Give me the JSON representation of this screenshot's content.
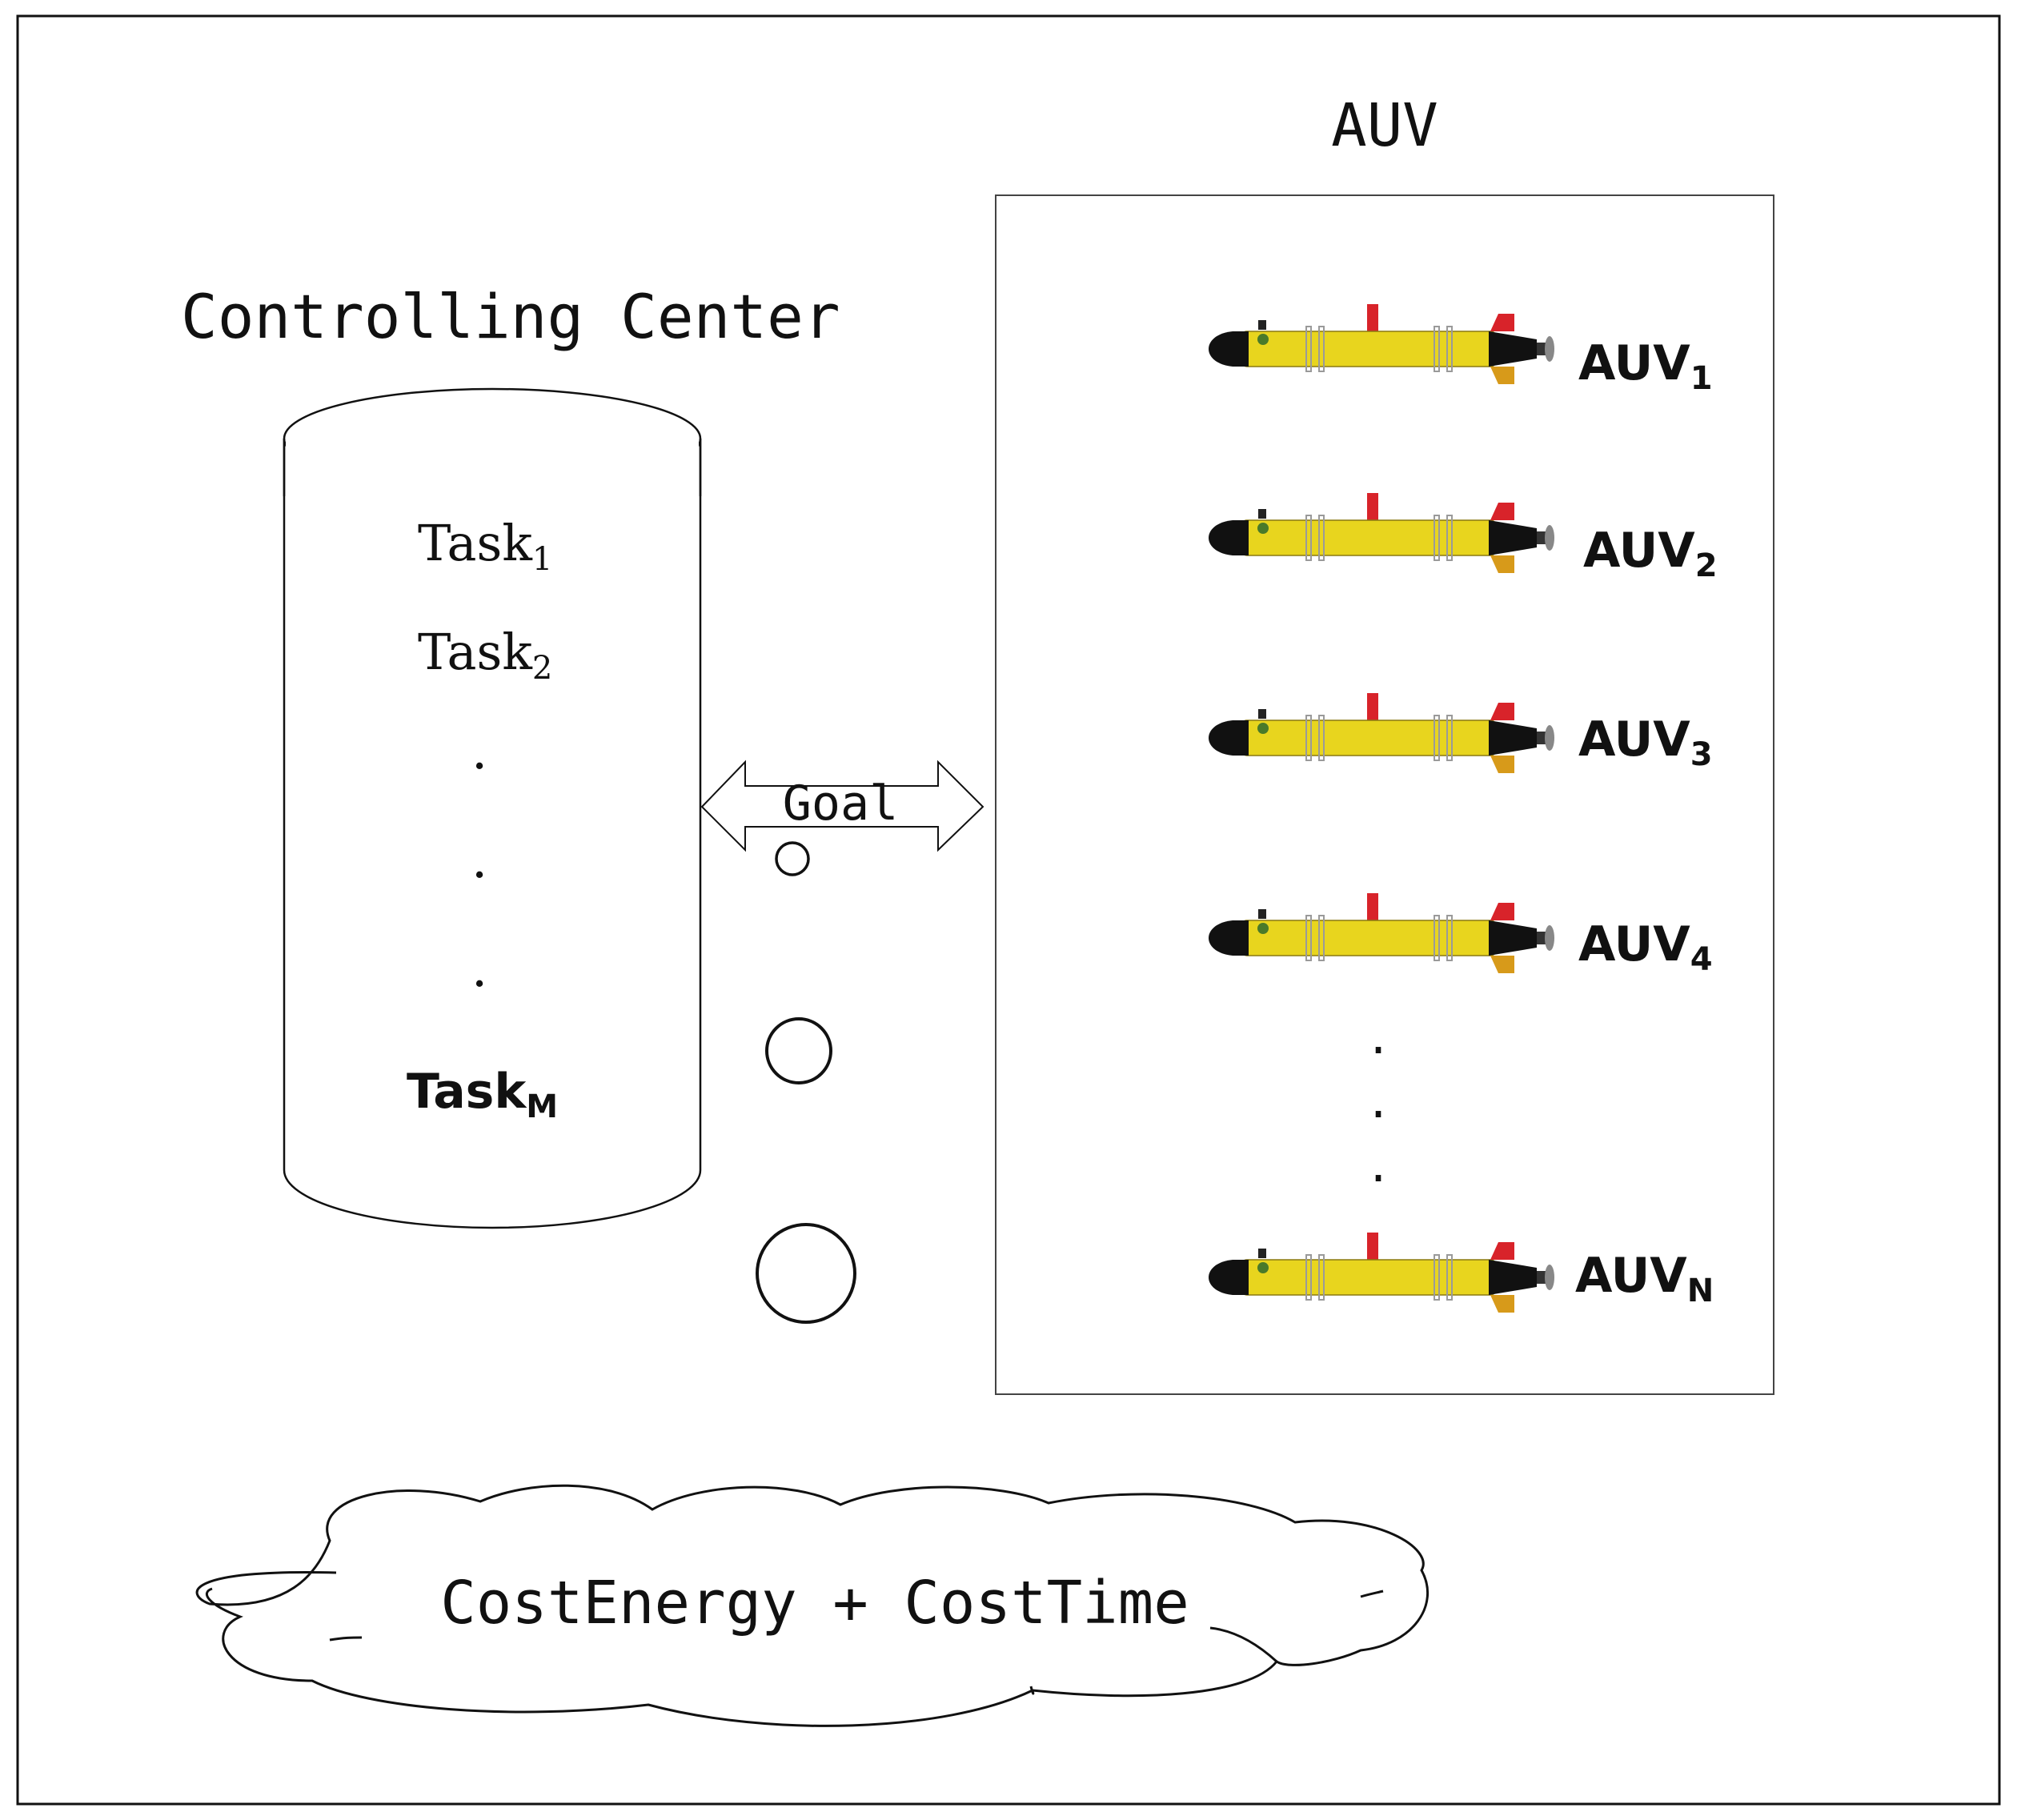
{
  "controlling_center": {
    "title": "Controlling Center",
    "tasks": [
      {
        "base": "Task",
        "sub": "1"
      },
      {
        "base": "Task",
        "sub": "2"
      },
      {
        "base": "Task",
        "sub": "M"
      }
    ],
    "ellipsis": [
      ".",
      ".",
      "."
    ]
  },
  "link": {
    "label": "Goal"
  },
  "auv_group": {
    "title": "AUV",
    "vehicles": [
      {
        "base": "AUV",
        "sub": "1"
      },
      {
        "base": "AUV",
        "sub": "2"
      },
      {
        "base": "AUV",
        "sub": "3"
      },
      {
        "base": "AUV",
        "sub": "4"
      },
      {
        "base": "AUV",
        "sub": "N"
      }
    ],
    "ellipsis": [
      ".",
      ".",
      "."
    ]
  },
  "objective": {
    "text": "CostEnergy + CostTime"
  },
  "colors": {
    "auv_body": "#e8d51e",
    "auv_nose": "#111111",
    "auv_fin": "#d8232a",
    "line": "#111111"
  }
}
